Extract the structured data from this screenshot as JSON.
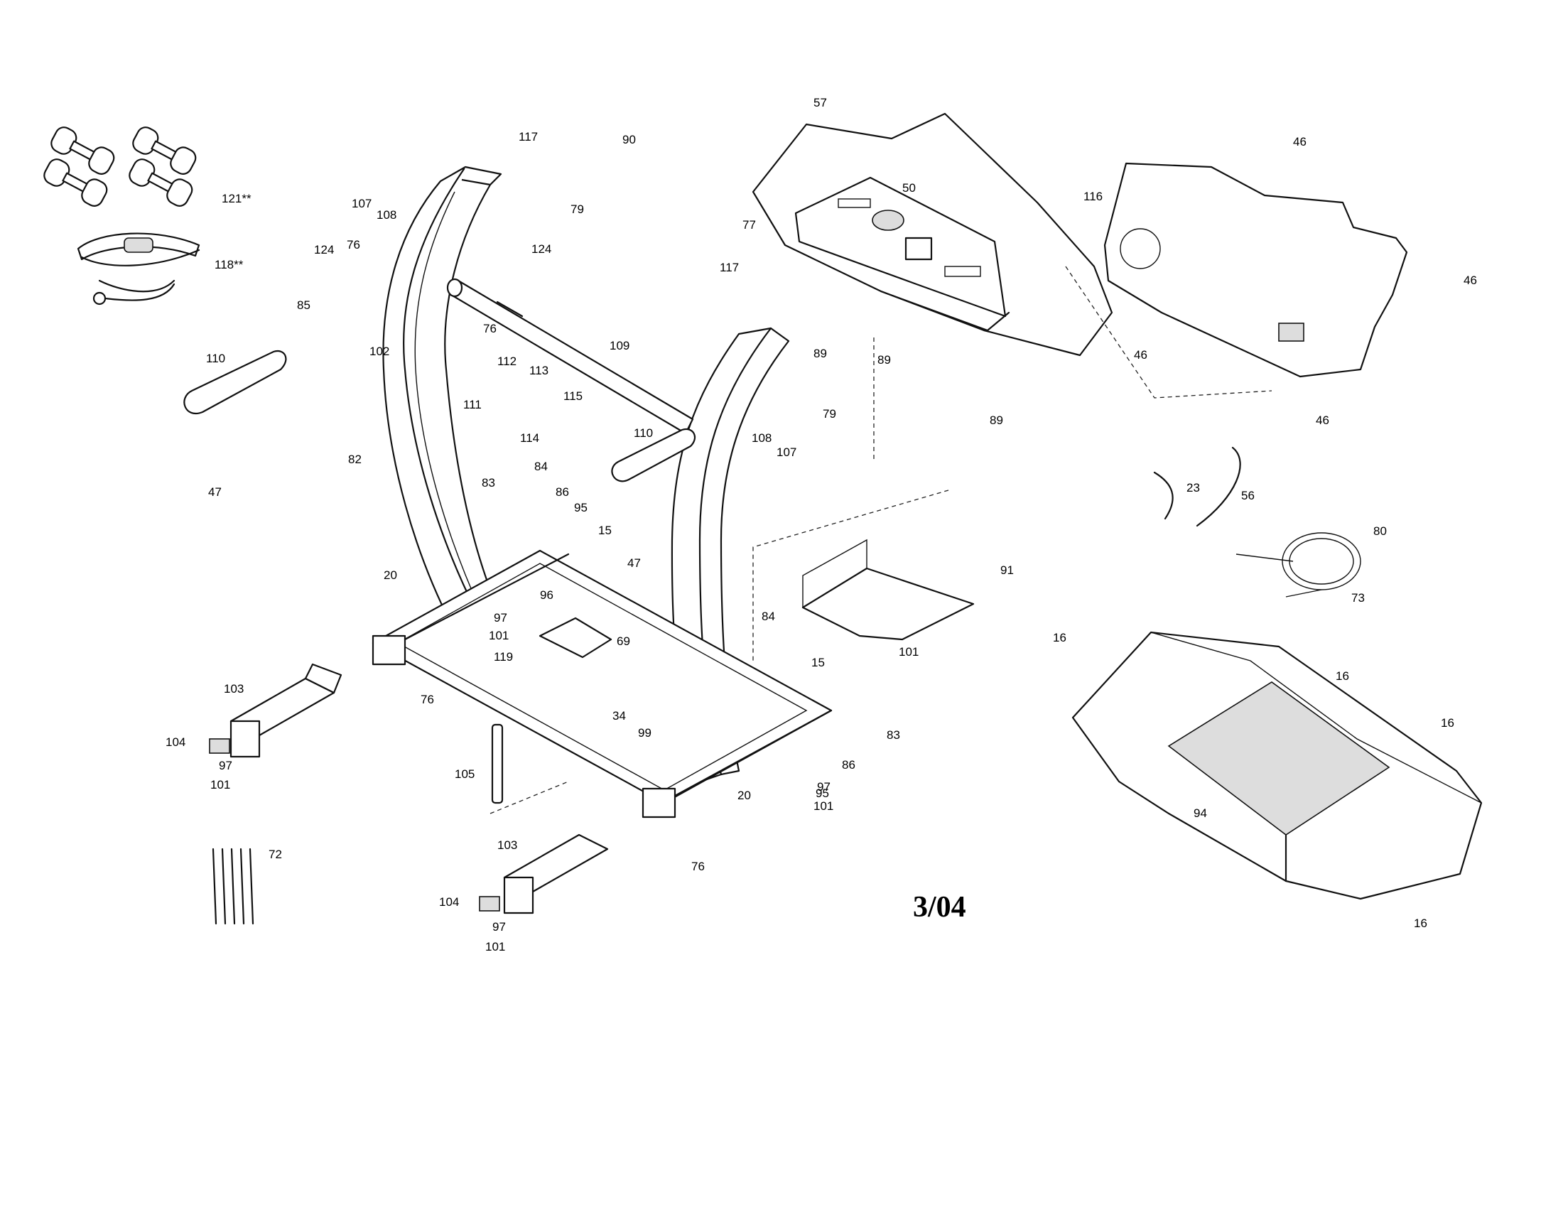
{
  "date_code": "3/04",
  "callouts": {
    "c117a": "117",
    "c90": "90",
    "c57": "57",
    "c50": "50",
    "c46a": "46",
    "c46b": "46",
    "c46c": "46",
    "c46d": "46",
    "c116": "116",
    "c77": "77",
    "c79a": "79",
    "c79b": "79",
    "c107a": "107",
    "c108a": "108",
    "c76a": "76",
    "c124a": "124",
    "c124b": "124",
    "c121": "121**",
    "c118": "118**",
    "c85": "85",
    "c76b": "76",
    "c102": "102",
    "c110a": "110",
    "c109": "109",
    "c111": "111",
    "c112": "112",
    "c113": "113",
    "c114": "114",
    "c115": "115",
    "c117b": "117",
    "c89a": "89",
    "c89b": "89",
    "c89c": "89",
    "c108b": "108",
    "c107b": "107",
    "c110b": "110",
    "c47a": "47",
    "c47b": "47",
    "c82": "82",
    "c83a": "83",
    "c84a": "84",
    "c86a": "86",
    "c95a": "95",
    "c15a": "15",
    "c23": "23",
    "c56": "56",
    "c80": "80",
    "c73": "73",
    "c20a": "20",
    "c97a": "97",
    "c101a": "101",
    "c96": "96",
    "c69": "69",
    "c119": "119",
    "c84b": "84",
    "c91": "91",
    "c101b": "101",
    "c15b": "15",
    "c16a": "16",
    "c16b": "16",
    "c16c": "16",
    "c16d": "16",
    "c103a": "103",
    "c76c": "76",
    "c104a": "104",
    "c97b": "97",
    "c101c": "101",
    "c34": "34",
    "c99": "99",
    "c83b": "83",
    "c86b": "86",
    "c105": "105",
    "c95b": "95",
    "c97c": "97",
    "c101d": "101",
    "c20b": "20",
    "c72": "72",
    "c103b": "103",
    "c76d": "76",
    "c104b": "104",
    "c97d": "97",
    "c101e": "101",
    "c94": "94"
  }
}
